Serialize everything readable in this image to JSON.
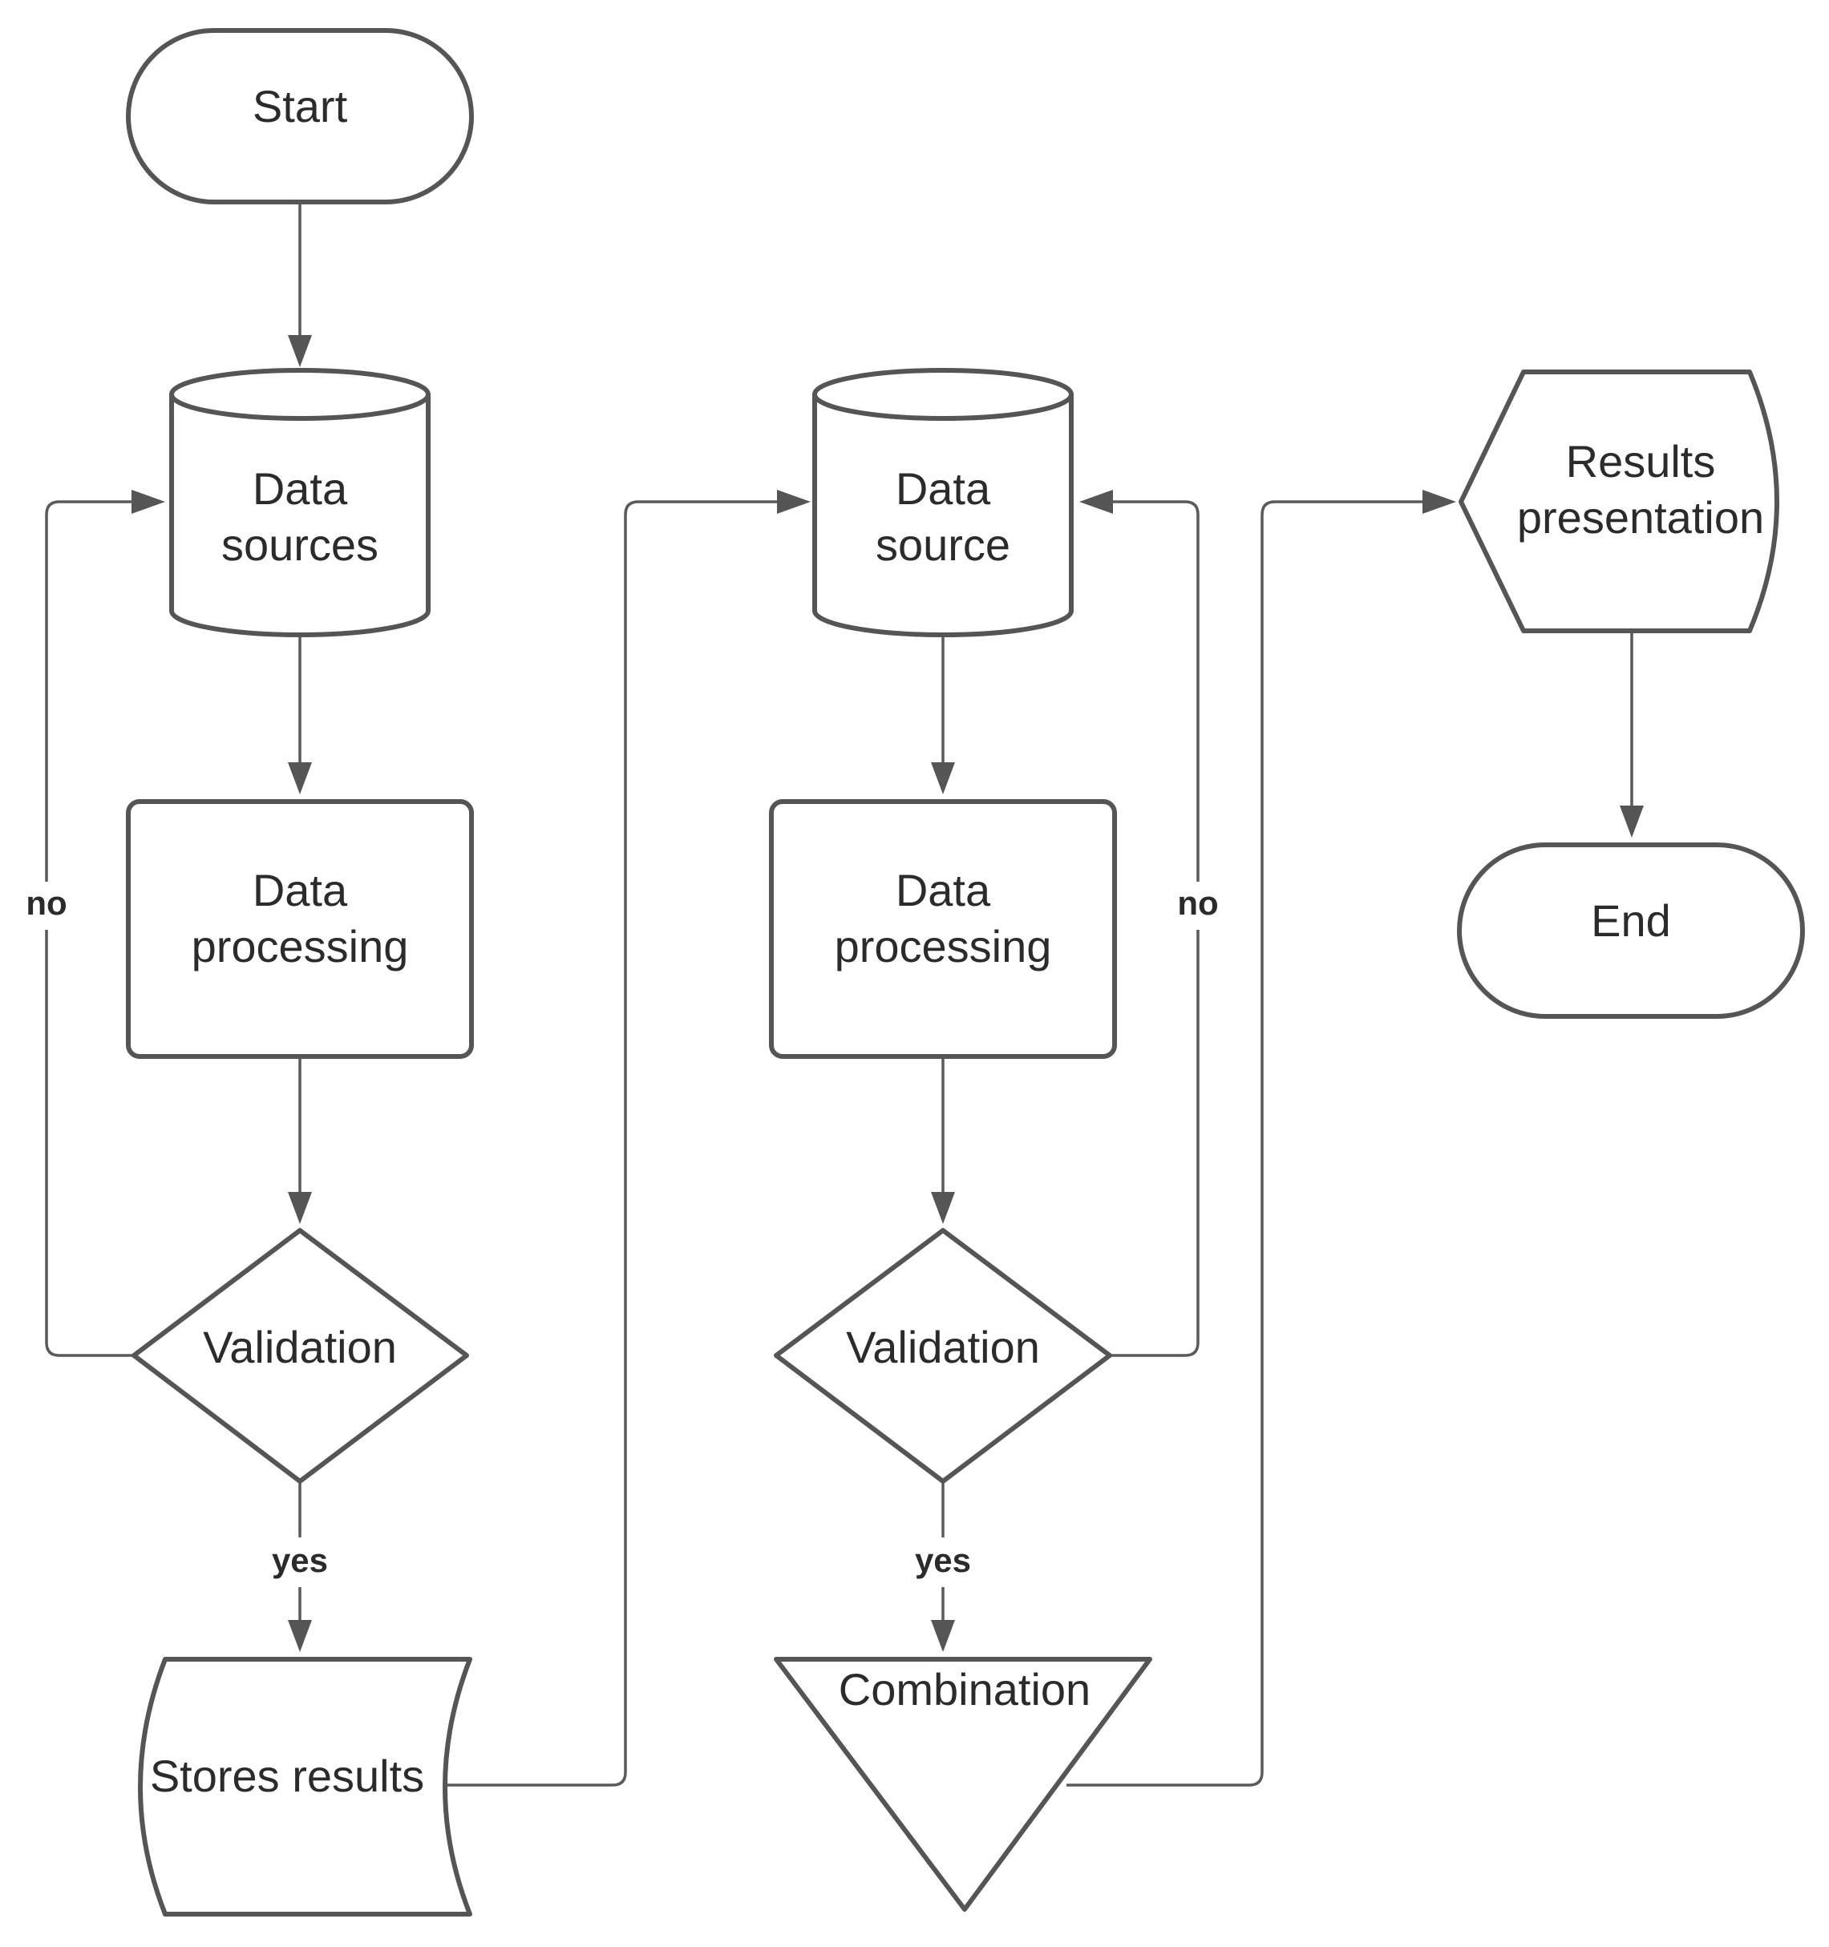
{
  "diagram": {
    "nodes": {
      "start": {
        "shape": "terminator",
        "lines": [
          "Start"
        ]
      },
      "data_sources": {
        "shape": "database",
        "lines": [
          "Data",
          "sources"
        ]
      },
      "data_processing_1": {
        "shape": "process",
        "lines": [
          "Data",
          "processing"
        ]
      },
      "validation_1": {
        "shape": "decision",
        "lines": [
          "Validation"
        ]
      },
      "stores_results": {
        "shape": "stored-data",
        "lines": [
          "Stores results"
        ]
      },
      "data_source": {
        "shape": "database",
        "lines": [
          "Data",
          "source"
        ]
      },
      "data_processing_2": {
        "shape": "process",
        "lines": [
          "Data",
          "processing"
        ]
      },
      "validation_2": {
        "shape": "decision",
        "lines": [
          "Validation"
        ]
      },
      "combination": {
        "shape": "merge",
        "lines": [
          "Combination"
        ]
      },
      "results_presentation": {
        "shape": "display",
        "lines": [
          "Results",
          "presentation"
        ]
      },
      "end": {
        "shape": "terminator",
        "lines": [
          "End"
        ]
      }
    },
    "edges": [
      {
        "from": "start",
        "to": "data_sources",
        "label": ""
      },
      {
        "from": "data_sources",
        "to": "data_processing_1",
        "label": ""
      },
      {
        "from": "data_processing_1",
        "to": "validation_1",
        "label": ""
      },
      {
        "from": "validation_1",
        "to": "data_sources",
        "label": "no"
      },
      {
        "from": "validation_1",
        "to": "stores_results",
        "label": "yes"
      },
      {
        "from": "stores_results",
        "to": "data_source",
        "label": ""
      },
      {
        "from": "data_source",
        "to": "data_processing_2",
        "label": ""
      },
      {
        "from": "data_processing_2",
        "to": "validation_2",
        "label": ""
      },
      {
        "from": "validation_2",
        "to": "data_source",
        "label": "no"
      },
      {
        "from": "validation_2",
        "to": "combination",
        "label": "yes"
      },
      {
        "from": "combination",
        "to": "results_presentation",
        "label": ""
      },
      {
        "from": "results_presentation",
        "to": "end",
        "label": ""
      }
    ],
    "colors": {
      "stroke": "#555555",
      "text": "#2b2b2b",
      "background": "#ffffff"
    }
  }
}
